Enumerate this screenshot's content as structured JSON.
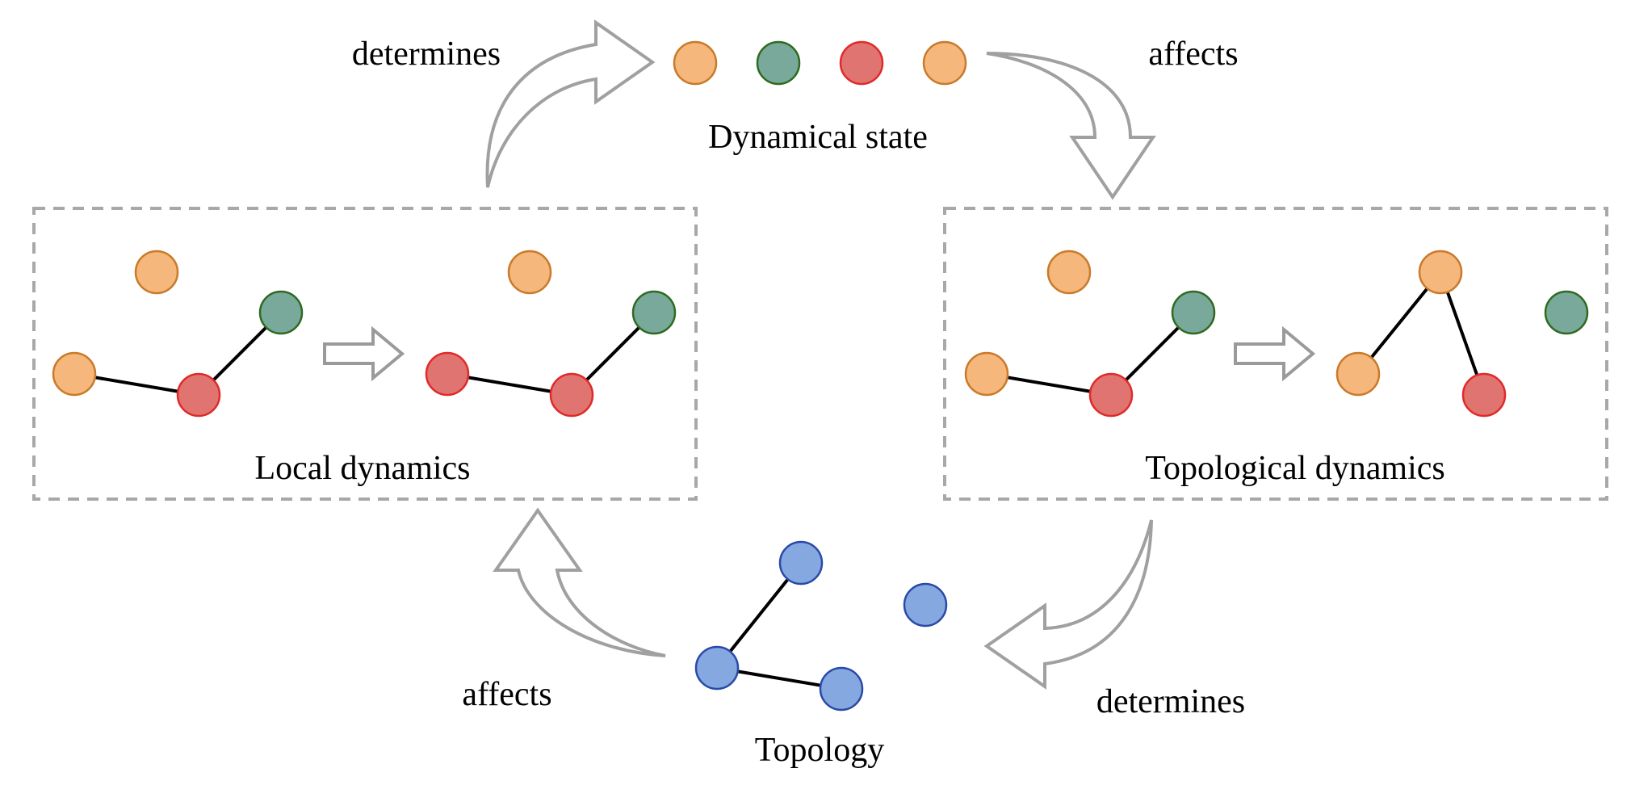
{
  "labels": {
    "dynamical_state": "Dynamical state",
    "local_dynamics": "Local dynamics",
    "topological_dynamics": "Topological dynamics",
    "topology": "Topology",
    "determines_top": "determines",
    "affects_top": "affects",
    "affects_bottom": "affects",
    "determines_bottom": "determines"
  },
  "colors": {
    "orange_fill": "#f5b77b",
    "orange_stroke": "#c97a2a",
    "green_fill": "#78a99a",
    "green_stroke": "#2f6a20",
    "red_fill": "#e07470",
    "red_stroke": "#e02a2a",
    "blue_fill": "#86a8e0",
    "blue_stroke": "#2a4aa8",
    "arrow_stroke": "#a0a0a0",
    "box_stroke": "#a8a8a8"
  }
}
